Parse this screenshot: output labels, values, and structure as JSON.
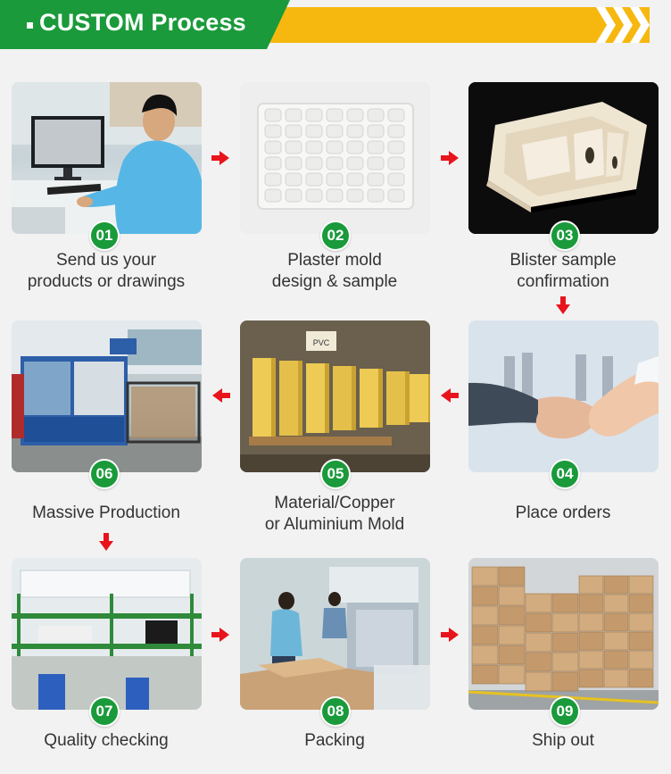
{
  "header": {
    "title": "CUSTOM Process"
  },
  "colors": {
    "green": "#1a9a3a",
    "yellow": "#f6b80f",
    "arrow": "#e8141c"
  },
  "steps": [
    {
      "num": "01",
      "line1": "Send us your",
      "line2": "products or drawings"
    },
    {
      "num": "02",
      "line1": "Plaster mold",
      "line2": "design & sample"
    },
    {
      "num": "03",
      "line1": "Blister sample",
      "line2": "confirmation"
    },
    {
      "num": "04",
      "line1": "Place orders",
      "line2": ""
    },
    {
      "num": "05",
      "line1": "Material/Copper",
      "line2": "or Aluminium Mold"
    },
    {
      "num": "06",
      "line1": "Massive Production",
      "line2": ""
    },
    {
      "num": "07",
      "line1": "Quality checking",
      "line2": ""
    },
    {
      "num": "08",
      "line1": "Packing",
      "line2": ""
    },
    {
      "num": "09",
      "line1": "Ship out",
      "line2": ""
    }
  ],
  "sign_text": {
    "pvc": "PVC"
  }
}
